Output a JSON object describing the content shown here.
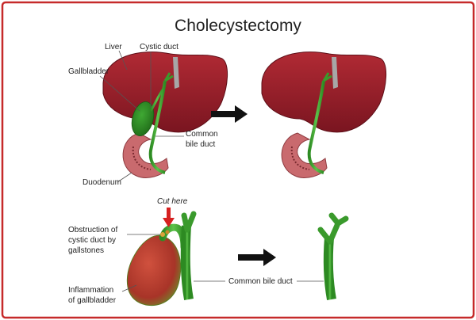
{
  "title": "Cholecystectomy",
  "labels": {
    "liver": "Liver",
    "cystic_duct": "Cystic duct",
    "gallbladder": "Gallbladder",
    "common_bile_duct_l1": "Common",
    "common_bile_duct_l2": "bile duct",
    "duodenum": "Duodenum",
    "cut_here": "Cut here",
    "obstruction_l1": "Obstruction of",
    "obstruction_l2": "cystic duct by",
    "obstruction_l3": "gallstones",
    "inflammation_l1": "Inflammation",
    "inflammation_l2": "of gallbladder",
    "common_bile_duct_bottom": "Common bile duct"
  },
  "colors": {
    "border": "#c62a2a",
    "liver": "#9c1f2a",
    "liver_dark": "#6e121b",
    "duct": "#3a9a2c",
    "duct_dark": "#236b1a",
    "gallbladder": "#b23a2a",
    "duodenum": "#c96a6e",
    "cut_arrow": "#d62020",
    "arrow": "#111111"
  }
}
